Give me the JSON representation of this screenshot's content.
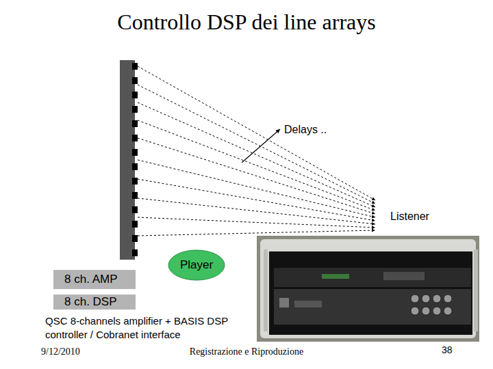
{
  "diagram": {
    "title": "Controllo DSP dei line arrays",
    "caption": "QSC 8-channels amplifier + BASIS DSP controller / Cobranet interface",
    "nodes": [
      {
        "text": [
          "Player"
        ]
      },
      {
        "text": [
          "8 ch. AMP"
        ]
      },
      {
        "text": [
          "8 ch. DSP"
        ]
      }
    ],
    "labels": [
      "Delays ..",
      "Listener",
      "9/12/2010",
      "Registrazione e Riproduzione",
      "38"
    ]
  }
}
